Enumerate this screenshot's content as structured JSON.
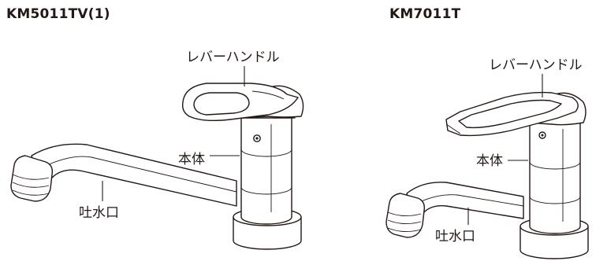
{
  "figures": [
    {
      "model": "KM5011TV(1)",
      "labels": {
        "lever": "レバーハンドル",
        "body": "本体",
        "spout": "吐水口"
      }
    },
    {
      "model": "KM7011T",
      "labels": {
        "lever": "レバーハンドル",
        "body": "本体",
        "spout": "吐水口"
      }
    }
  ]
}
